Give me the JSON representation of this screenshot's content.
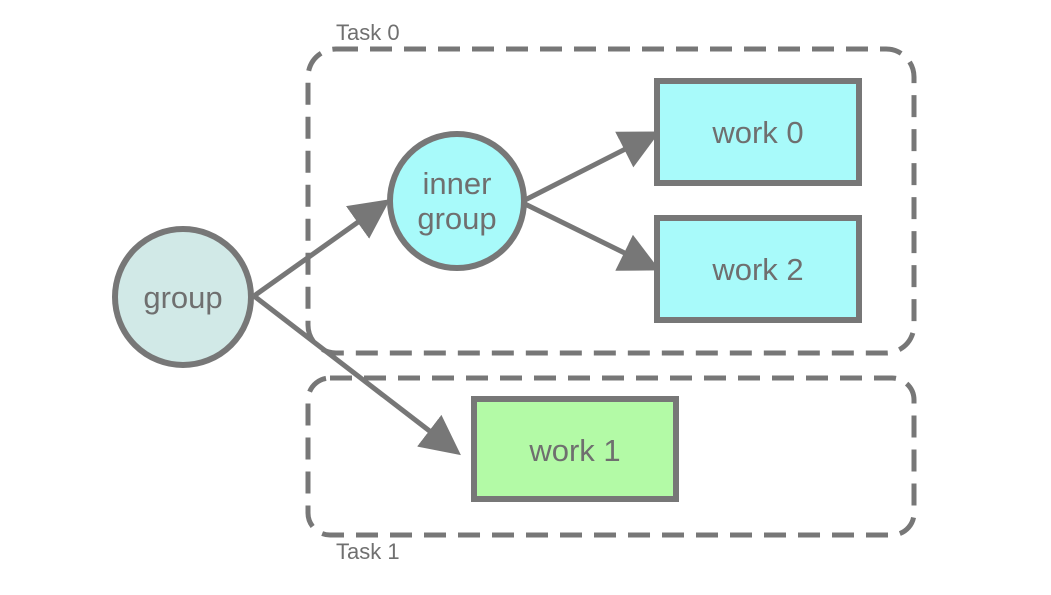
{
  "colors": {
    "stroke": "#777777",
    "dashed_border": "#777777",
    "group_fill": "#d1e9e7",
    "inner_group_fill": "#a8fafa",
    "work_cyan_fill": "#a8fafa",
    "work_green_fill": "#b3faa6",
    "label_text": "#6f6f6f"
  },
  "tasks": [
    {
      "label": "Task 0"
    },
    {
      "label": "Task 1"
    }
  ],
  "nodes": {
    "group": {
      "label": "group"
    },
    "inner_group": {
      "line1": "inner",
      "line2": "group"
    },
    "work0": {
      "label": "work 0"
    },
    "work2": {
      "label": "work 2"
    },
    "work1": {
      "label": "work 1"
    }
  },
  "edges": [
    {
      "from": "group",
      "to": "inner group"
    },
    {
      "from": "group",
      "to": "work 1"
    },
    {
      "from": "inner group",
      "to": "work 0"
    },
    {
      "from": "inner group",
      "to": "work 2"
    }
  ]
}
